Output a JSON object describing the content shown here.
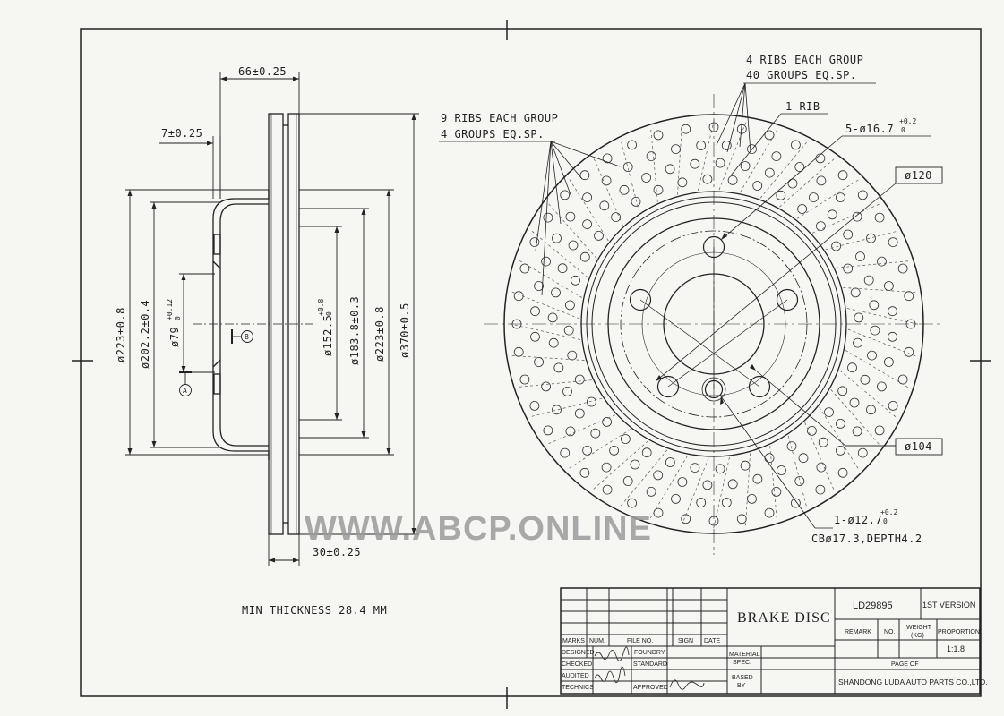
{
  "drawing": {
    "title": "BRAKE DISC",
    "part_number": "LD29895",
    "version": "1ST VERSION",
    "company": "SHANDONG LUDA AUTO PARTS CO.,LTD.",
    "proportion": "1:1.8",
    "min_thickness": "MIN THICKNESS 28.4 MM",
    "watermark": "WWW.ABCP.ONLINE"
  },
  "side_view": {
    "dim_66": "66±0.25",
    "dim_7": "7±0.25",
    "dim_30": "30±0.25",
    "d223_left": "ø223±0.8",
    "d202": "ø202.2±0.4",
    "d79": "ø79",
    "d79_tol": "+0.12",
    "d79_tol0": "0",
    "d152": "ø152.5",
    "d152_tol": "+0.8",
    "d152_tol0": "0",
    "d183": "ø183.8±0.3",
    "d223_right": "ø223±0.8",
    "d370": "ø370±0.5",
    "datum_a": "A",
    "datum_b": "B"
  },
  "front_view": {
    "ribs_4_line1": "4 RIBS EACH GROUP",
    "ribs_4_line2": "40 GROUPS EQ.SP.",
    "ribs_9_line1": "9 RIBS EACH GROUP",
    "ribs_9_line2": "4 GROUPS EQ.SP.",
    "one_rib": "1 RIB",
    "holes_5": "5-ø16.7",
    "holes_5_tol": "+0.2",
    "holes_5_tol0": "0",
    "d120": "ø120",
    "d104": "ø104",
    "hole_1": "1-ø12.7",
    "hole_1_tol": "+0.2",
    "hole_1_tol0": "0",
    "cb": "CBø17.3,DEPTH4.2"
  },
  "title_block": {
    "marks": "MARKS",
    "num": "NUM.",
    "file_no": "FILE NO.",
    "sign": "SIGN",
    "date": "DATE",
    "designed": "DESIGNED",
    "checked": "CHECKED",
    "audited": "AUDITED",
    "technics": "TECHNICS",
    "foundry": "FOUNDRY",
    "standard": "STANDARD",
    "approved": "APPROVED",
    "material_1": "MATERIAL",
    "material_2": "SPEC.",
    "based_1": "BASED",
    "based_2": "BY",
    "remark": "REMARK",
    "no": "NO.",
    "weight_1": "WEIGHT",
    "weight_2": "(KG)",
    "proportion_label": "PROPORTION",
    "page_of": "PAGE   OF"
  }
}
